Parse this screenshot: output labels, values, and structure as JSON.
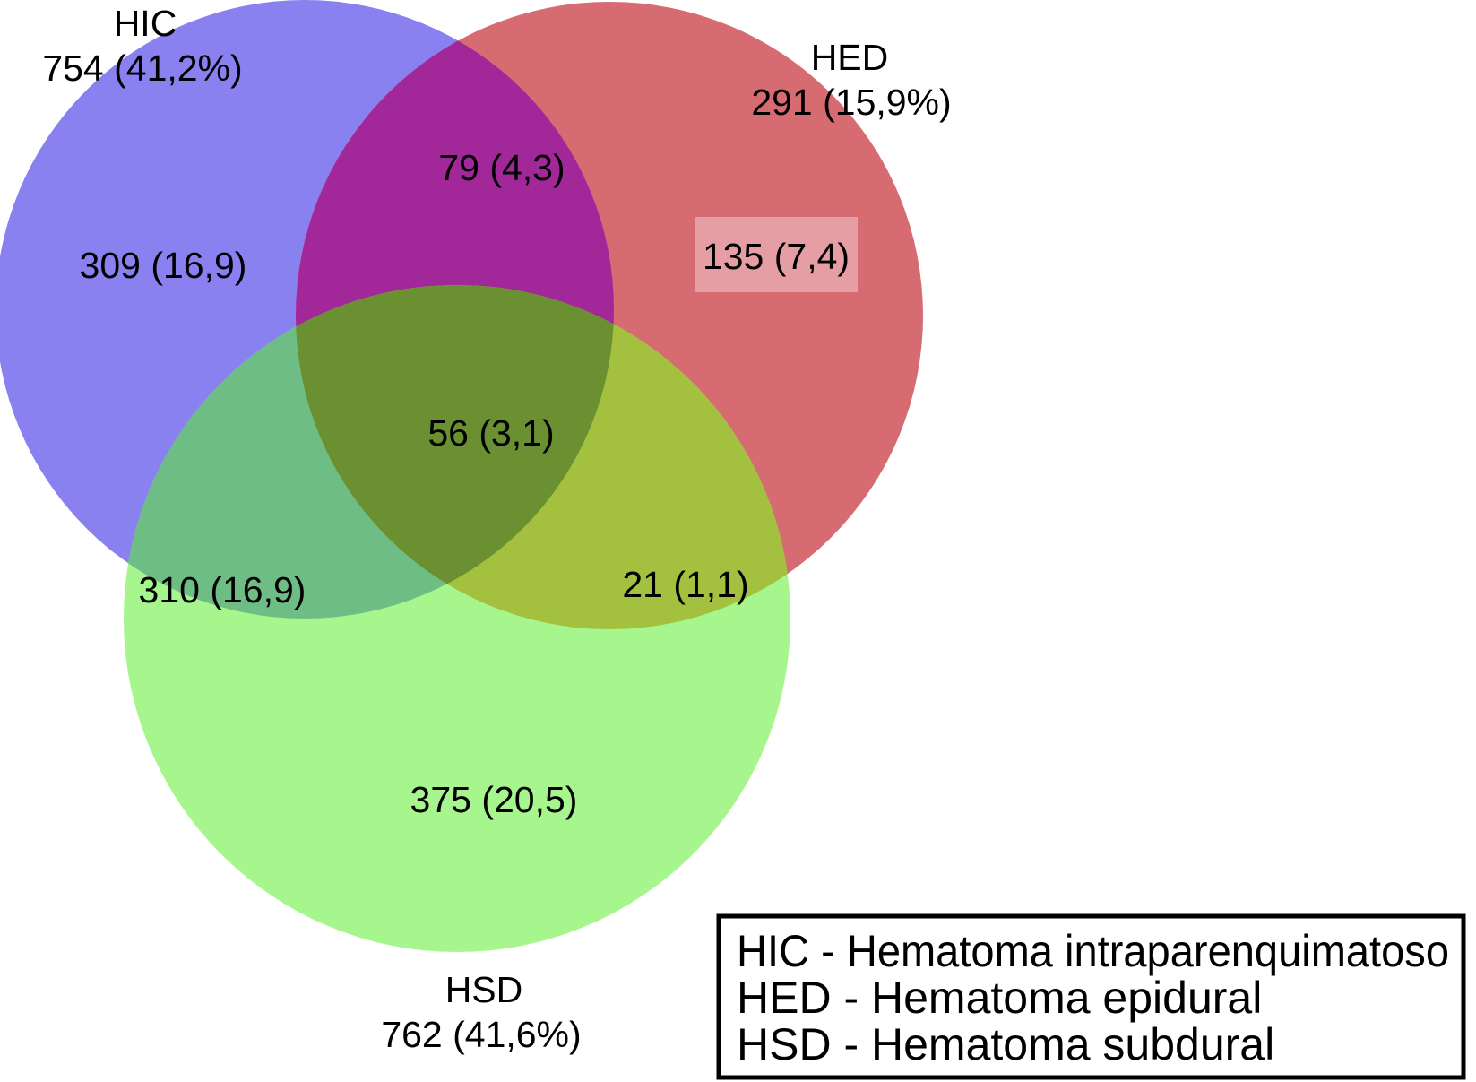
{
  "venn": {
    "hic": {
      "label": "HIC",
      "total": "754 (41,2%)",
      "only": "309 (16,9)"
    },
    "hed": {
      "label": "HED",
      "total": "291 (15,9%)",
      "only": "135 (7,4)"
    },
    "hsd": {
      "label": "HSD",
      "total": "762 (41,6%)",
      "only": "375 (20,5)"
    },
    "hic_hed": "79 (4,3)",
    "hic_hsd": "310 (16,9)",
    "hed_hsd": "21 (1,1)",
    "hic_hed_hsd": "56 (3,1)"
  },
  "colors": {
    "hic_fill": "#8981F0",
    "hed_fill": "#D76B72",
    "hsd_fill": "#A6F68D",
    "hic_hed_fill": "#A2289A",
    "hic_hsd_fill": "#6DBD85",
    "hed_hsd_fill": "#A3C13E",
    "center_fill": "#6B9032",
    "highlight_box_fill": "rgba(255,255,255,0.35)",
    "legend_border": "#000000",
    "text_color": "#000000"
  },
  "legend": {
    "line1": "HIC - Hematoma intraparenquimatoso",
    "line2": "HED - Hematoma epidural",
    "line3": "HSD - Hematoma subdural"
  },
  "chart_data": {
    "type": "venn",
    "sets": [
      {
        "id": "HIC",
        "name": "Hematoma intraparenquimatoso",
        "total": 754,
        "total_pct": "41,2%"
      },
      {
        "id": "HED",
        "name": "Hematoma epidural",
        "total": 291,
        "total_pct": "15,9%"
      },
      {
        "id": "HSD",
        "name": "Hematoma subdural",
        "total": 762,
        "total_pct": "41,6%"
      }
    ],
    "regions": [
      {
        "sets": [
          "HIC"
        ],
        "count": 309,
        "pct": "16,9"
      },
      {
        "sets": [
          "HED"
        ],
        "count": 135,
        "pct": "7,4"
      },
      {
        "sets": [
          "HSD"
        ],
        "count": 375,
        "pct": "20,5"
      },
      {
        "sets": [
          "HIC",
          "HED"
        ],
        "count": 79,
        "pct": "4,3"
      },
      {
        "sets": [
          "HIC",
          "HSD"
        ],
        "count": 310,
        "pct": "16,9"
      },
      {
        "sets": [
          "HED",
          "HSD"
        ],
        "count": 21,
        "pct": "1,1"
      },
      {
        "sets": [
          "HIC",
          "HED",
          "HSD"
        ],
        "count": 56,
        "pct": "3,1"
      }
    ]
  }
}
